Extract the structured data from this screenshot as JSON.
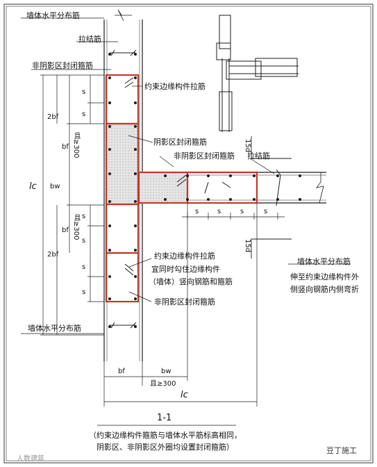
{
  "labels": {
    "wall_horizontal_top": "墙体水平分布筋",
    "tie_bar_top": "拉结筋",
    "non_shadow_closed_stirrup_top": "非阴影区封闭箍筋",
    "constraint_member_tie": "约束边缘构件拉筋",
    "shadow_closed_stirrup": "阴影区封闭箍筋",
    "non_shadow_closed_stirrup_mid": "非阴影区封闭箍筋",
    "tie_bar_right": "拉结筋",
    "constraint_member_tie_2": "约束边缘构件拉筋",
    "tie_note_1": "宜同时勾住边缘构件",
    "tie_note_2": "（墙体）竖向钢筋和箍筋",
    "non_shadow_closed_stirrup_bottom": "非阴影区封闭箍筋",
    "wall_horizontal_bottom": "墙体水平分布筋",
    "wall_horizontal_right": "墙体水平分布筋",
    "right_note_1": "伸至约束边缘构件外",
    "right_note_2": "侧竖向钢筋内侧弯折"
  },
  "dims": {
    "lc": "lc",
    "bw": "bw",
    "bf": "bf",
    "two_bf": "2bf",
    "ge300": "且≥300",
    "s": "s",
    "d15": "15d"
  },
  "section_title": "1-1",
  "caption": {
    "line1": "（约束边缘构件箍筋与墙体水平筋标高相同，",
    "line2": "阴影区、非阴影区外圈均设置封闭箍筋）"
  },
  "watermark_left": "人数建筑",
  "watermark_right": "豆丁施工",
  "colors": {
    "stirrup": "#c0392b",
    "line": "#1a1a1a",
    "hatch": "#d9d9d9"
  }
}
